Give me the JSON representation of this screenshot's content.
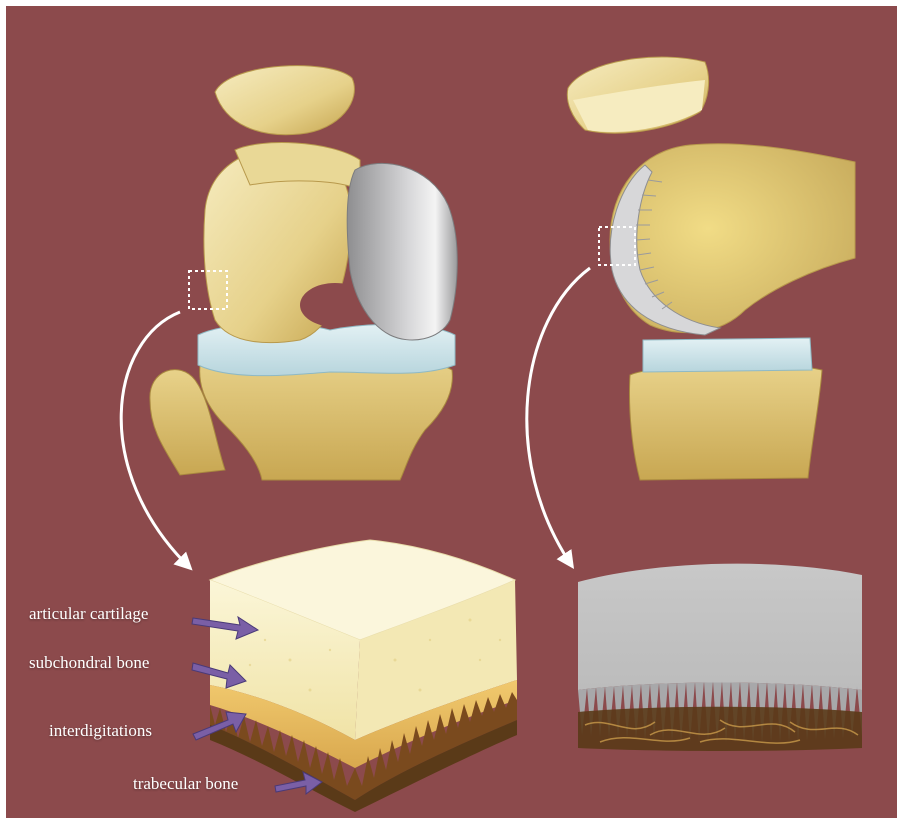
{
  "colors": {
    "background": "#8c4a4c",
    "bone": "#eedfa0",
    "bone_shade": "#c9ae5a",
    "metal": "#b9b9bb",
    "cartilage_band": "#cfe6ec",
    "arrow_purple": "#7a5fa6",
    "trabecular": "#5a3a18"
  },
  "labels": {
    "articular_cartilage": "articular cartilage",
    "subchondral_bone": "subchondral bone",
    "interdigitations": "interdigitations",
    "trabecular_bone": "trabecular bone"
  }
}
